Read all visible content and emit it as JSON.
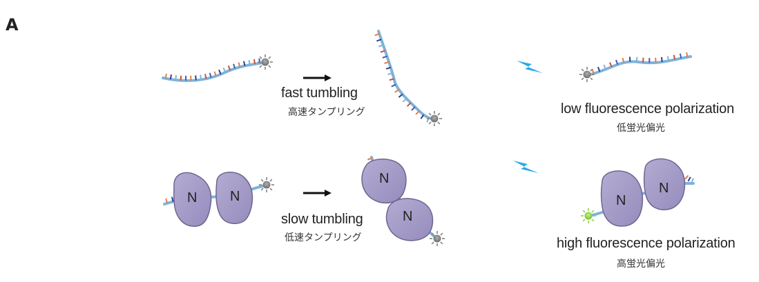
{
  "panel_label": "A",
  "rows": [
    {
      "tumbling_en": "fast tumbling",
      "tumbling_jp": "高速タンプリング",
      "result_en": "low fluorescence polarization",
      "result_jp": "低蛍光偏光"
    },
    {
      "tumbling_en": "slow tumbling",
      "tumbling_jp": "低速タンプリング",
      "result_en": "high fluorescence polarization",
      "result_jp": "高蛍光偏光"
    }
  ],
  "protein_label": "N",
  "colors": {
    "protein_fill": "#a59cc6",
    "protein_edge": "#6d6590",
    "rna_backbone": "#7fb3d9",
    "fluorophore_off": "#808080",
    "fluorophore_on": "#8fd14f",
    "lightning": "#29a8e8",
    "arrow": "#111111"
  },
  "icons": [
    "fluorophore-icon",
    "lightning-icon",
    "arrow-icon",
    "protein-icon",
    "rna-strand-icon"
  ]
}
